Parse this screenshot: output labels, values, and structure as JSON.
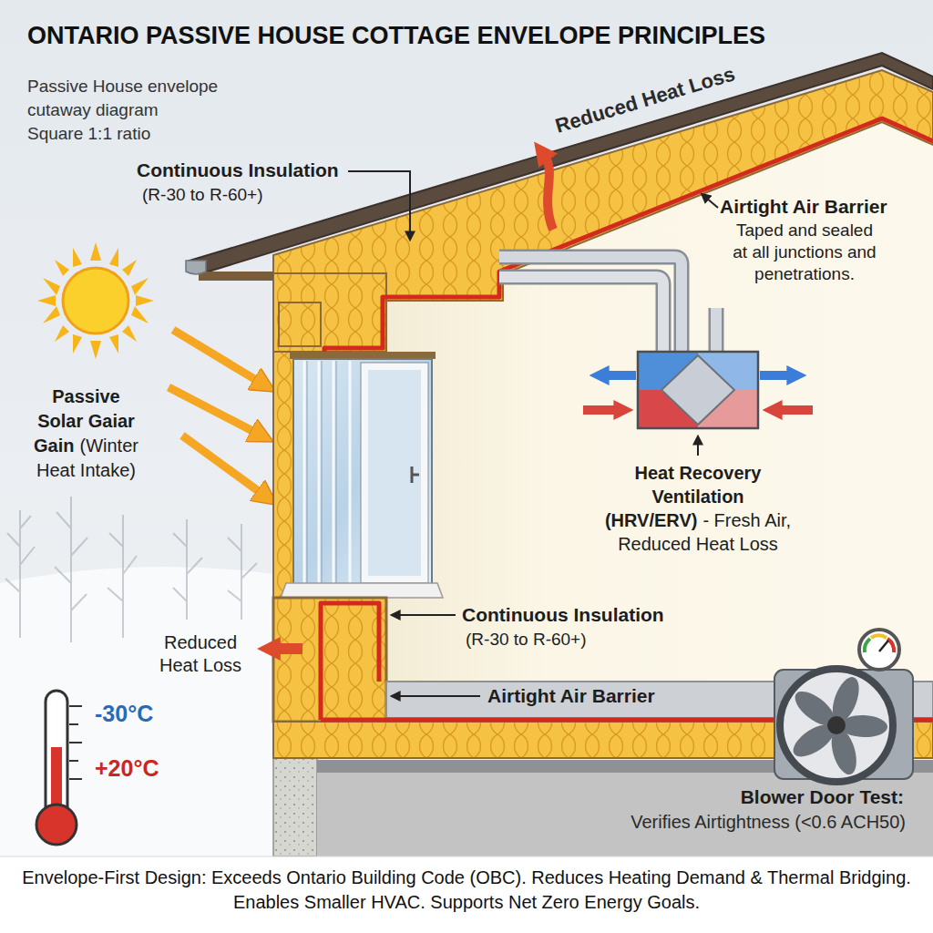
{
  "diagram": {
    "title": "ONTARIO PASSIVE HOUSE COTTAGE ENVELOPE PRINCIPLES",
    "caption": "Envelope-First Design: Exceeds Ontario Building Code (OBC). Reduces Heating Demand & Thermal Bridging. Enables Smaller HVAC. Supports Net Zero Energy Goals.",
    "labels": [
      "Passive House envelope cutaway diagram",
      "Square 1:1 ratio",
      "Reduced Heat Loss",
      "Continuous Insulation",
      "(R-30 to R-60+)",
      "Airtight Air Barrier",
      "Taped and sealed at all junctions and penetrations.",
      "Passive Solar Gaiar Gain",
      "(Winter Heat Intake)",
      "Heat Recovery Ventilation (HRV/ERV)",
      "- Fresh Air, Reduced Heat Loss",
      "Continuous Insulation",
      "(R-30 to R-60+)",
      "Reduced Heat Loss",
      "Airtight Air Barrier",
      "-30°C",
      "+20°C",
      "Blower Door Test:",
      "Verifies Airtightness (<0.6 ACH50)"
    ]
  }
}
